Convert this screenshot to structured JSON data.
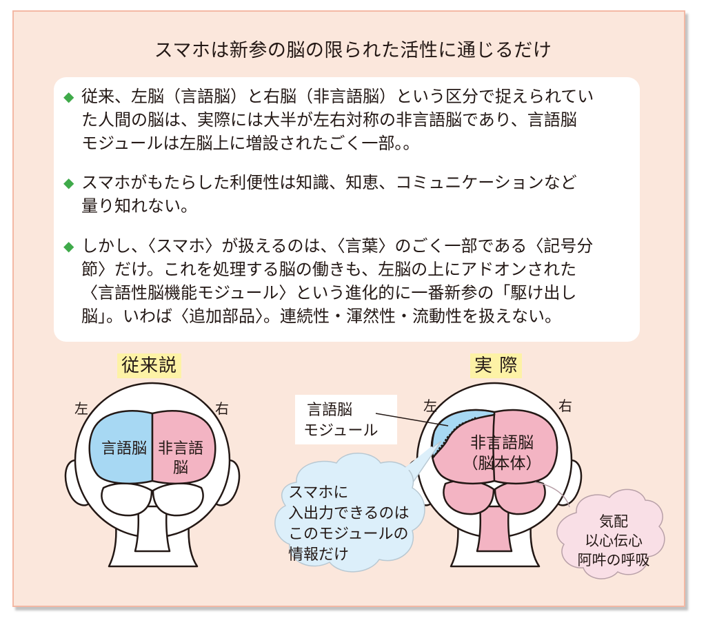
{
  "title": "スマホは新参の脳の限られた活性に通じるだけ",
  "bullets": [
    {
      "lines": [
        "従来、左脳（言語脳）と右脳（非言語脳）という区分で捉えられてい",
        "た人間の脳は、実際には大半が左右対称の非言語脳であり、言語脳",
        "モジュールは左脳上に増設されたごく一部。。"
      ]
    },
    {
      "lines": [
        "スマホがもたらした利便性は知識、知恵、コミュニケーションなど",
        "量り知れない。"
      ]
    },
    {
      "lines": [
        "しかし、〈スマホ〉が扱えるのは、〈言葉〉のごく一部である〈記号分",
        "節〉だけ。これを処理する脳の働きも、左脳の上にアドオンされた",
        "〈言語性脳機能モジュール〉という進化的に一番新参の「駆け出し",
        "脳」。いわば〈追加部品〉。連続性・渾然性・流動性を扱えない。"
      ]
    }
  ],
  "left_diagram": {
    "heading": "従来説",
    "side_left": "左",
    "side_right": "右",
    "language_brain": "言語脳",
    "nonlanguage_line1": "非言語",
    "nonlanguage_line2": "脳"
  },
  "right_diagram": {
    "heading": "実 際",
    "side_left": "左",
    "side_right": "右",
    "module_line1": "言語脳",
    "module_line2": "モジュール",
    "main_line1": "非言語脳",
    "main_line2": "（脳本体）",
    "bubble_lines": [
      "スマホに",
      "入出力できるのは",
      "このモジュールの",
      "情報だけ"
    ],
    "cloud_lines": [
      "気配",
      "以心伝心",
      "阿吽の呼吸"
    ]
  },
  "colors": {
    "panel_bg": "#fbe7dc",
    "bullet_mark": "#3faa4a",
    "highlight": "#fdf2a6",
    "language_blue": "#a7d8f3",
    "nonlanguage_pink": "#f3b4c3",
    "bubble_blue": "#dceffa"
  },
  "icons": {
    "bullet": "diamond-icon"
  }
}
